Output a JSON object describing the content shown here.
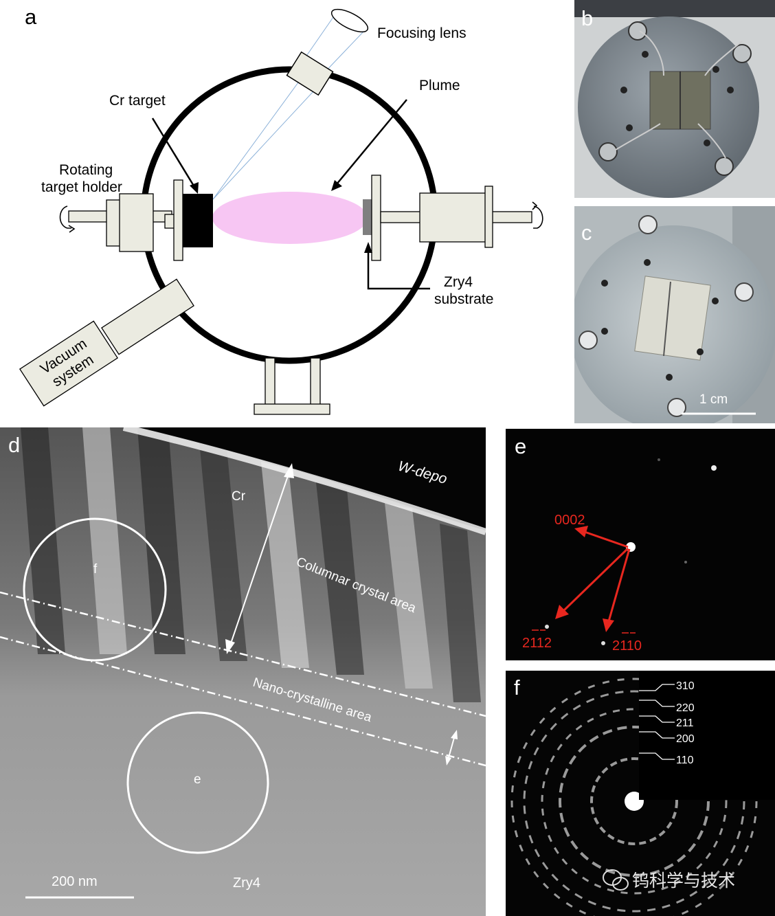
{
  "panel_a": {
    "letter": "a",
    "focusing_lens": "Focusing lens",
    "plume": "Plume",
    "cr_target": "Cr target",
    "rotating_holder_line1": "Rotating",
    "rotating_holder_line2": "target holder",
    "substrate_line1": "Zry4",
    "substrate_line2": "substrate",
    "vacuum_line1": "Vacuum",
    "vacuum_line2": "system"
  },
  "panel_b": {
    "letter": "b"
  },
  "panel_c": {
    "letter": "c",
    "scale_label": "1 cm"
  },
  "panel_d": {
    "letter": "d",
    "w_depo": "W-depo",
    "cr": "Cr",
    "columnar": "Columnar crystal area",
    "nano": "Nano-crystalline area",
    "circle_f": "f",
    "circle_e": "e",
    "scale_label": "200 nm",
    "zry4": "Zry4"
  },
  "panel_e": {
    "letter": "e",
    "spots": [
      "0002",
      "2̅̅112",
      "2̅110"
    ],
    "spot_0002": "0002",
    "spot_2112_main": "2112",
    "spot_2110_main": "2110"
  },
  "panel_f": {
    "letter": "f",
    "rings": [
      "310",
      "220",
      "211",
      "200",
      "110"
    ],
    "watermark": "钨科学与技术"
  },
  "colors": {
    "plume": "#f7c6f3",
    "component": "#ebebe1",
    "annotation_red": "#e8271f"
  }
}
